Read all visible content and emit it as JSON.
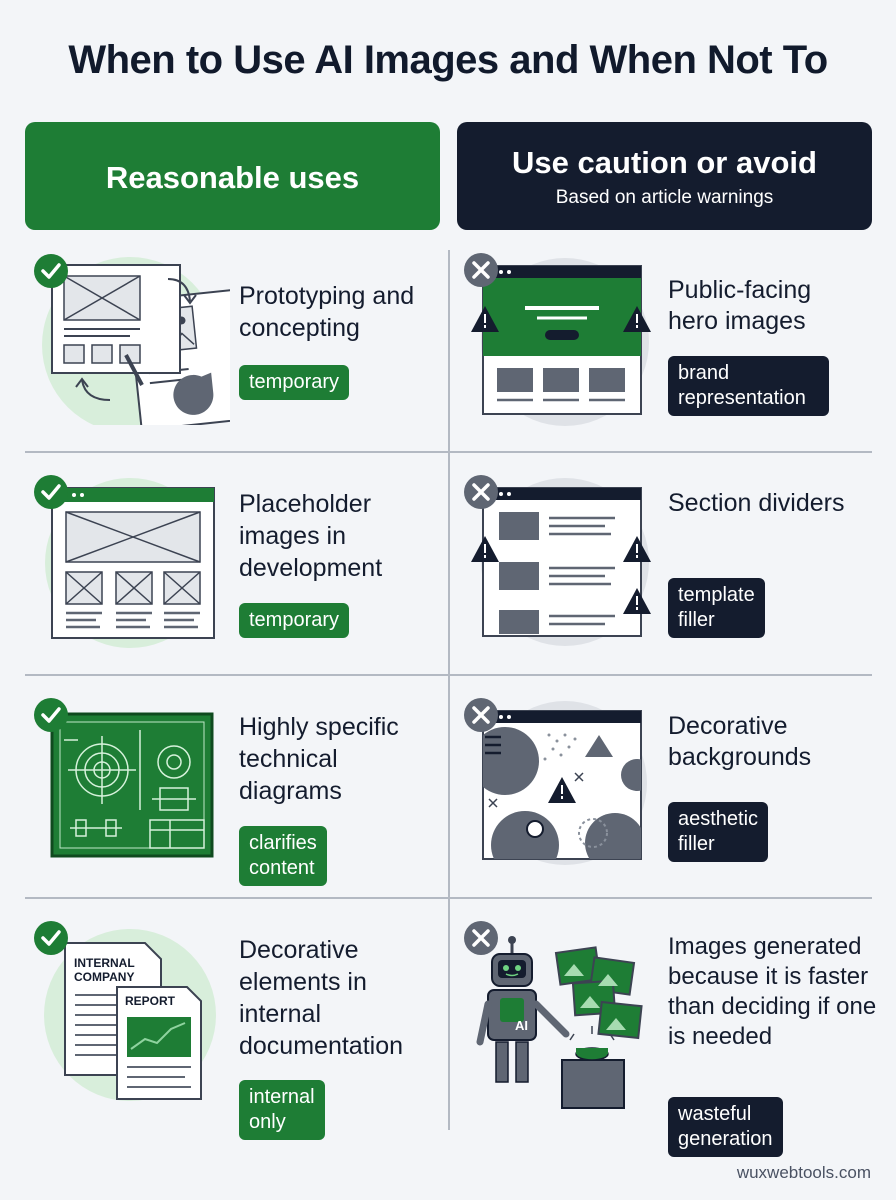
{
  "title": "When to Use AI Images and When Not To",
  "left_header": {
    "title": "Reasonable uses"
  },
  "right_header": {
    "title": "Use caution or avoid",
    "subtitle": "Based on article warnings"
  },
  "left_items": [
    {
      "label": "Prototyping and concepting",
      "tag": "temporary",
      "status_icon": "check-icon"
    },
    {
      "label": "Placeholder images in development",
      "tag": "temporary",
      "status_icon": "check-icon"
    },
    {
      "label": "Highly specific technical diagrams",
      "tag": "clarifies content",
      "status_icon": "check-icon"
    },
    {
      "label": "Decorative elements in internal documentation",
      "tag": "internal only",
      "status_icon": "check-icon",
      "illustration_text": {
        "doc1": "INTERNAL COMPANY",
        "doc2": "REPORT"
      }
    }
  ],
  "right_items": [
    {
      "label": "Public-facing hero images",
      "tag": "brand representation",
      "status_icon": "x-icon"
    },
    {
      "label": "Section dividers",
      "tag": "template filler",
      "status_icon": "x-icon"
    },
    {
      "label": "Decorative backgrounds",
      "tag": "aesthetic filler",
      "status_icon": "x-icon"
    },
    {
      "label": "Images generated because it is faster than deciding if one is needed",
      "tag": "wasteful generation",
      "status_icon": "x-icon",
      "illustration_text": {
        "robot_badge": "AI"
      }
    }
  ],
  "footer": "wuxwebtools.com",
  "colors": {
    "green": "#1e7d35",
    "dark": "#141c2e",
    "background": "#f3f5f8",
    "divider": "#b3b9c3",
    "gray": "#5f6673"
  }
}
